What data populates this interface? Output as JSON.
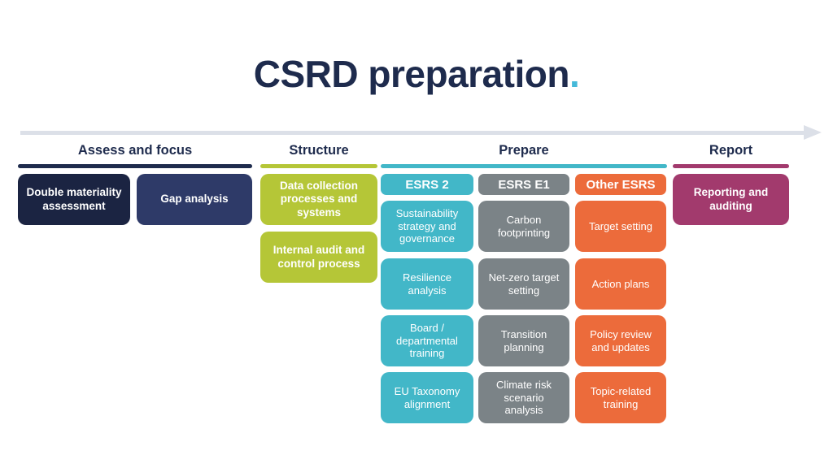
{
  "title": {
    "main": "CSRD preparation",
    "accent": "."
  },
  "colors": {
    "title_navy": "#1e2b4d",
    "accent_cyan": "#45b9d9",
    "timeline_gray": "#dce0e8",
    "assess_dark_navy": "#1b2442",
    "assess_navy": "#2e3a68",
    "structure_green": "#b5c637",
    "prepare_teal": "#42b7c8",
    "prepare_gray": "#7b8387",
    "prepare_orange": "#ec6b3b",
    "report_magenta": "#a23a6d"
  },
  "phases": [
    {
      "label": "Assess and focus"
    },
    {
      "label": "Structure"
    },
    {
      "label": "Prepare"
    },
    {
      "label": "Report"
    }
  ],
  "assess": {
    "items": [
      {
        "label": "Double materiality assessment"
      },
      {
        "label": "Gap analysis"
      }
    ]
  },
  "structure": {
    "items": [
      {
        "label": "Data collection processes and systems"
      },
      {
        "label": "Internal audit and control process"
      }
    ]
  },
  "prepare": {
    "columns": [
      {
        "header": "ESRS 2",
        "items": [
          "Sustainability strategy and governance",
          "Resilience analysis",
          "Board / departmental training",
          "EU Taxonomy alignment"
        ]
      },
      {
        "header": "ESRS E1",
        "items": [
          "Carbon footprinting",
          "Net-zero target setting",
          "Transition planning",
          "Climate risk scenario analysis"
        ]
      },
      {
        "header": "Other ESRS",
        "items": [
          "Target setting",
          "Action plans",
          "Policy review and updates",
          "Topic-related training"
        ]
      }
    ]
  },
  "report": {
    "items": [
      {
        "label": "Reporting and auditing"
      }
    ]
  }
}
